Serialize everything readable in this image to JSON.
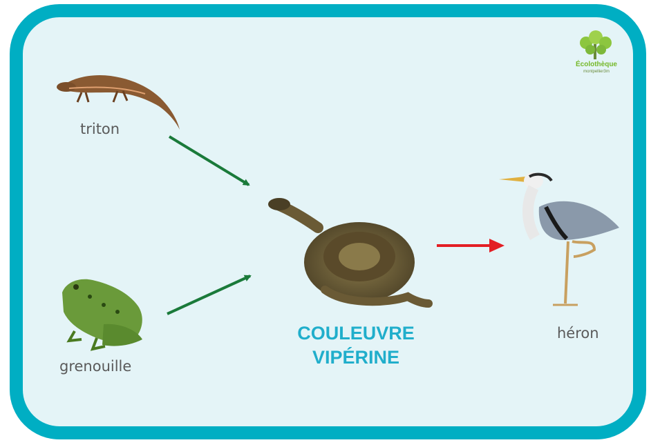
{
  "logo": {
    "name": "Écolothèque",
    "subtitle": "montpellier3m",
    "color": "#75b828"
  },
  "nodes": {
    "triton": {
      "label": "triton"
    },
    "grenouille": {
      "label": "grenouille"
    },
    "couleuvre": {
      "label_line1": "COULEUVRE",
      "label_line2": "VIPÉRINE"
    },
    "heron": {
      "label": "héron"
    }
  },
  "edges": [
    {
      "from": "triton",
      "to": "couleuvre",
      "color": "#1a7a3a"
    },
    {
      "from": "grenouille",
      "to": "couleuvre",
      "color": "#1a7a3a"
    },
    {
      "from": "couleuvre",
      "to": "heron",
      "color": "#e31e24"
    }
  ],
  "colors": {
    "frame": "#00aec3",
    "background": "#e4f4f7",
    "title": "#20aecb"
  }
}
